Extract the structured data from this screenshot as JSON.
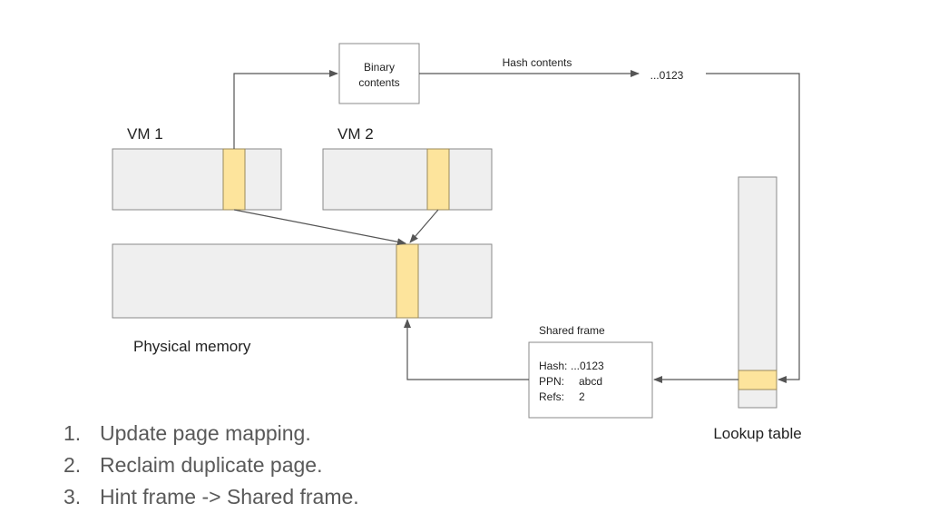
{
  "colors": {
    "block_fill": "#efefef",
    "block_stroke": "#8a8a8a",
    "page_fill": "#fde49c",
    "page_stroke": "#9a8a5a",
    "arrow": "#555555"
  },
  "labels": {
    "vm1": "VM 1",
    "vm2": "VM 2",
    "physical_memory": "Physical memory",
    "binary_contents_line1": "Binary",
    "binary_contents_line2": "contents",
    "hash_contents": "Hash contents",
    "hash_value": "...0123",
    "shared_frame_title": "Shared frame",
    "lookup_table": "Lookup table"
  },
  "shared_frame": {
    "hash_key": "Hash:",
    "hash_val": "...0123",
    "ppn_key": "PPN:",
    "ppn_val": "abcd",
    "refs_key": "Refs:",
    "refs_val": "2"
  },
  "steps": [
    {
      "num": "1.",
      "text": "Update page mapping."
    },
    {
      "num": "2.",
      "text": "Reclaim duplicate page."
    },
    {
      "num": "3.",
      "text": "Hint frame -> Shared frame."
    }
  ]
}
